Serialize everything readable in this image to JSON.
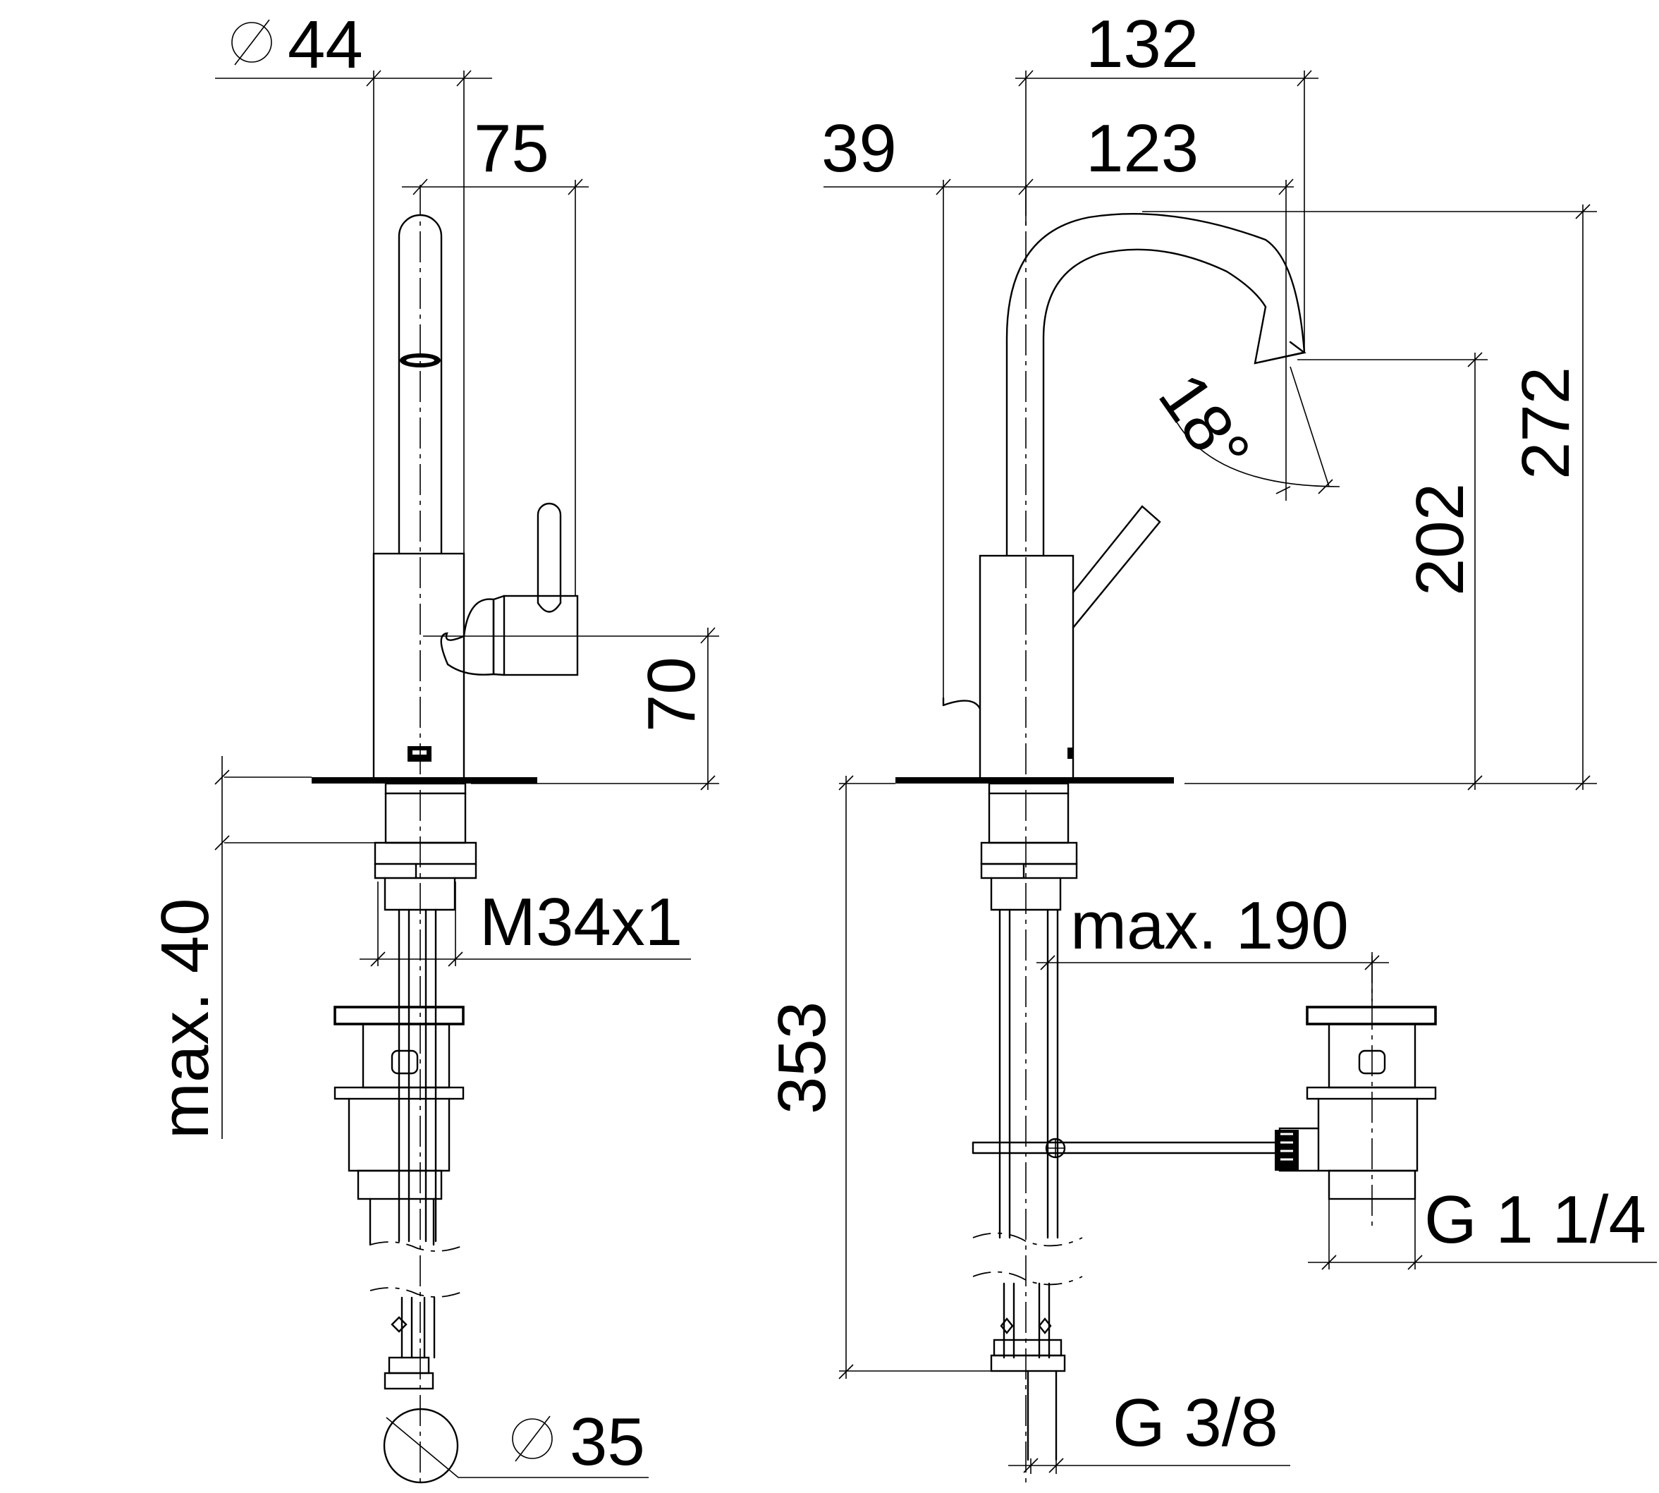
{
  "dimensions": {
    "diameter_44": "44",
    "d75": "75",
    "d70": "70",
    "max40": "max. 40",
    "m34x1": "M34x1",
    "diameter_35": "35",
    "d132": "132",
    "d39": "39",
    "d123": "123",
    "angle18": "18°",
    "d272": "272",
    "d202": "202",
    "max190": "max. 190",
    "d353": "353",
    "g114": "G 1 1/4",
    "g38": "G 3/8"
  },
  "symbols": {
    "diameter_symbol": "diameter-icon"
  }
}
